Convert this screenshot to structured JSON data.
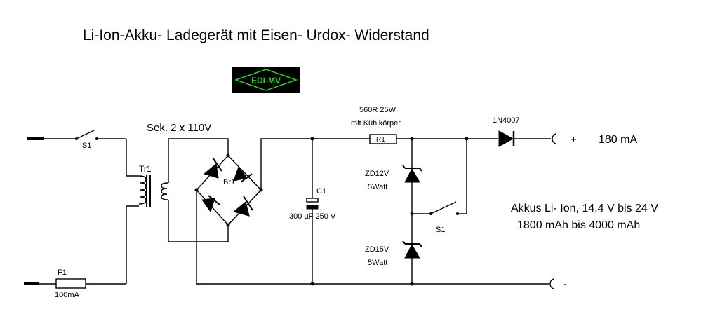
{
  "title": "Li-Ion-Akku- Ladegerät mit Eisen- Urdox- Widerstand",
  "logo": {
    "text": "EDI-MV",
    "bg": "#000000",
    "fg": "#33cc33"
  },
  "transformer": {
    "label": "Tr1",
    "secondary": "Sek. 2 x 110V"
  },
  "switch_in": {
    "label": "S1"
  },
  "fuse": {
    "label": "F1",
    "value": "100mA"
  },
  "bridge": {
    "label": "Br1"
  },
  "capacitor": {
    "label": "C1",
    "value": "300 µF 250 V"
  },
  "resistor": {
    "label": "R1",
    "value": "560R  25W",
    "note": "mit Kühlkörper"
  },
  "zener1": {
    "label": "ZD12V",
    "power": "5Watt"
  },
  "zener2": {
    "label": "ZD15V",
    "power": "5Watt"
  },
  "switch_out": {
    "label": "S1"
  },
  "diode": {
    "label": "1N4007"
  },
  "output": {
    "plus": "+",
    "minus": "-",
    "current": "180 mA",
    "akku_line1": "Akkus Li- Ion, 14,4 V bis 24 V",
    "akku_line2": "1800 mAh bis 4000 mAh"
  }
}
